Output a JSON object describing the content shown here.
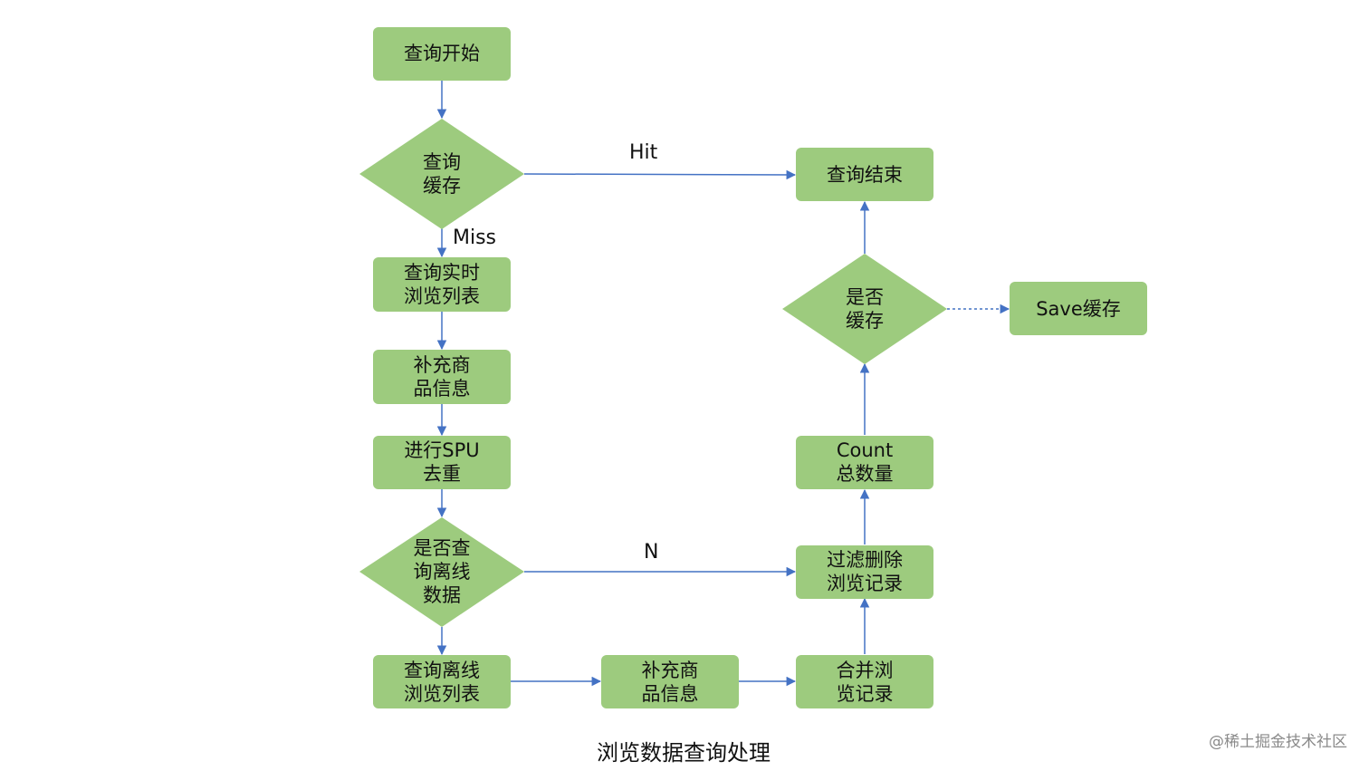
{
  "colors": {
    "node_fill": "#9DCB7E",
    "edge": "#4472C4",
    "text": "#111111",
    "watermark": "#8a8a8a"
  },
  "nodes": {
    "start": [
      "查询开始"
    ],
    "query_cache": [
      "查询",
      "缓存"
    ],
    "query_realtime": [
      "查询实时",
      "浏览列表"
    ],
    "supplement_1": [
      "补充商",
      "品信息"
    ],
    "spu_dedup": [
      "进行SPU",
      "去重"
    ],
    "query_offline_decision": [
      "是否查",
      "询离线",
      "数据"
    ],
    "query_offline_list": [
      "查询离线",
      "浏览列表"
    ],
    "supplement_2": [
      "补充商",
      "品信息"
    ],
    "merge": [
      "合并浏",
      "览记录"
    ],
    "filter_delete": [
      "过滤删除",
      "浏览记录"
    ],
    "count": [
      "Count",
      "总数量"
    ],
    "cache_decision": [
      "是否",
      "缓存"
    ],
    "save_cache": [
      "Save缓存"
    ],
    "end": [
      "查询结束"
    ]
  },
  "edge_labels": {
    "hit": "Hit",
    "miss": "Miss",
    "n": "N"
  },
  "caption": "浏览数据查询处理",
  "watermark": "@稀土掘金技术社区"
}
